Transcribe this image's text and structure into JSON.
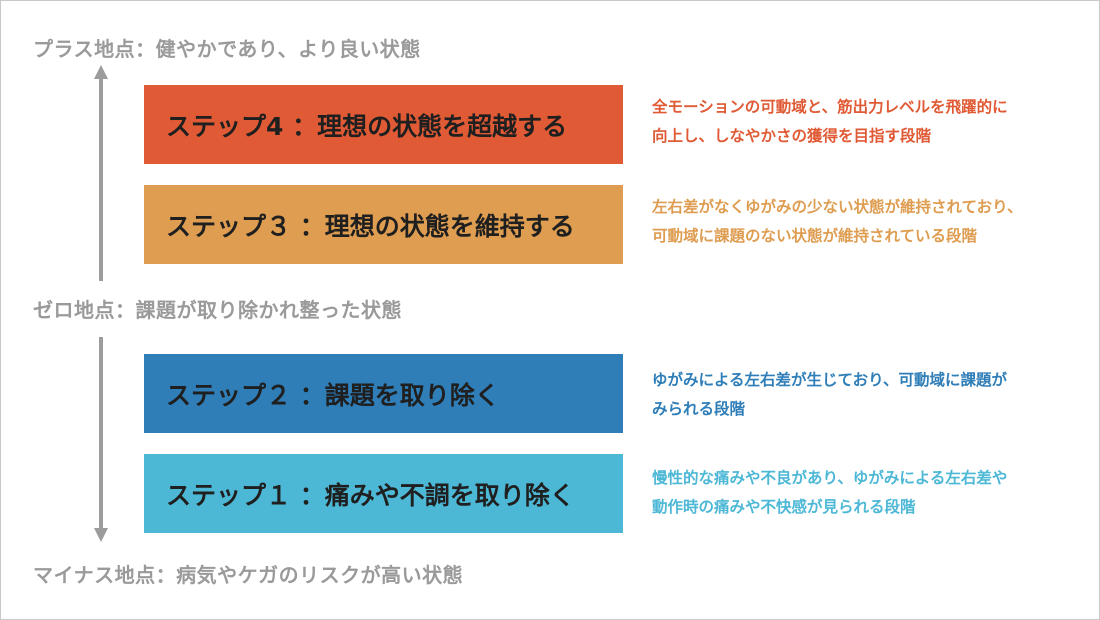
{
  "levels": {
    "plus": "プラス地点：健やかであり、より良い状態",
    "zero": "ゼロ地点：課題が取り除かれ整った状態",
    "minus": "マイナス地点：病気やケガのリスクが高い状態"
  },
  "steps": [
    {
      "id": "step4",
      "title": "ステップ4 ：理想の状態を超越する",
      "color": "#e05a35",
      "text_color": "#e05a35",
      "description": [
        "全モーションの可動域と、筋出力レベルを飛躍的に",
        "向上し、しなやかさの獲得を目指す段階"
      ]
    },
    {
      "id": "step3",
      "title": "ステップ３ ：理想の状態を維持する",
      "color": "#de9d51",
      "text_color": "#de9d51",
      "description": [
        "左右差がなくゆがみの少ない状態が維持されており、",
        "可動域に課題のない状態が維持されている段階"
      ]
    },
    {
      "id": "step2",
      "title": "ステップ２ ：課題を取り除く",
      "color": "#2f7eb8",
      "text_color": "#2f7eb8",
      "description": [
        "ゆがみによる左右差が生じており、可動域に課題が",
        "みられる段階"
      ]
    },
    {
      "id": "step1",
      "title": "ステップ１ ：痛みや不調を取り除く",
      "color": "#4db8d6",
      "text_color": "#4db8d6",
      "description": [
        "慢性的な痛みや不良があり、ゆがみによる左右差や",
        "動作時の痛みや不快感が見られる段階"
      ]
    }
  ],
  "arrow_color": "#9c9c9c"
}
